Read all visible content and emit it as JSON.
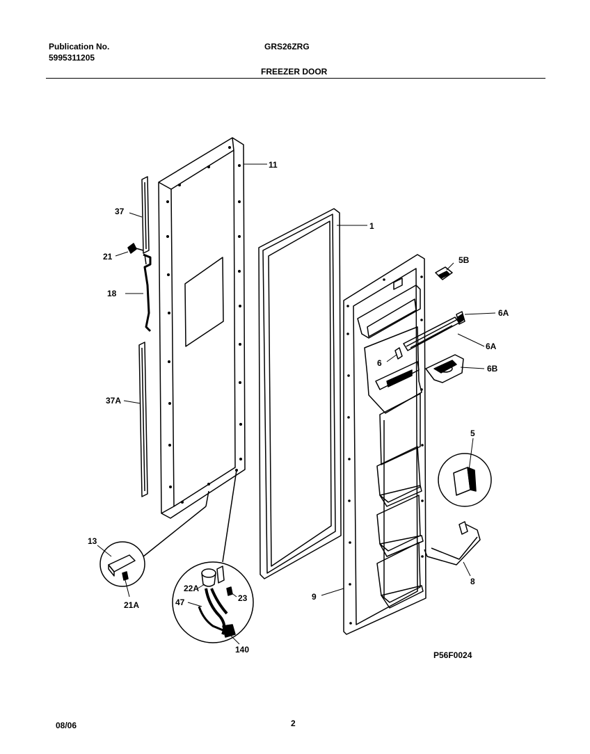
{
  "header": {
    "publication_label": "Publication No.",
    "publication_number": "5995311205",
    "model": "GRS26ZRG",
    "section_title": "FREEZER DOOR"
  },
  "diagram": {
    "callouts": [
      "11",
      "1",
      "37",
      "21",
      "18",
      "37A",
      "5B",
      "6A",
      "6A",
      "6",
      "6B",
      "5",
      "8",
      "13",
      "21A",
      "22A",
      "23",
      "47",
      "140",
      "9"
    ],
    "figure_code": "P56F0024"
  },
  "footer": {
    "date": "08/06",
    "page": "2"
  }
}
